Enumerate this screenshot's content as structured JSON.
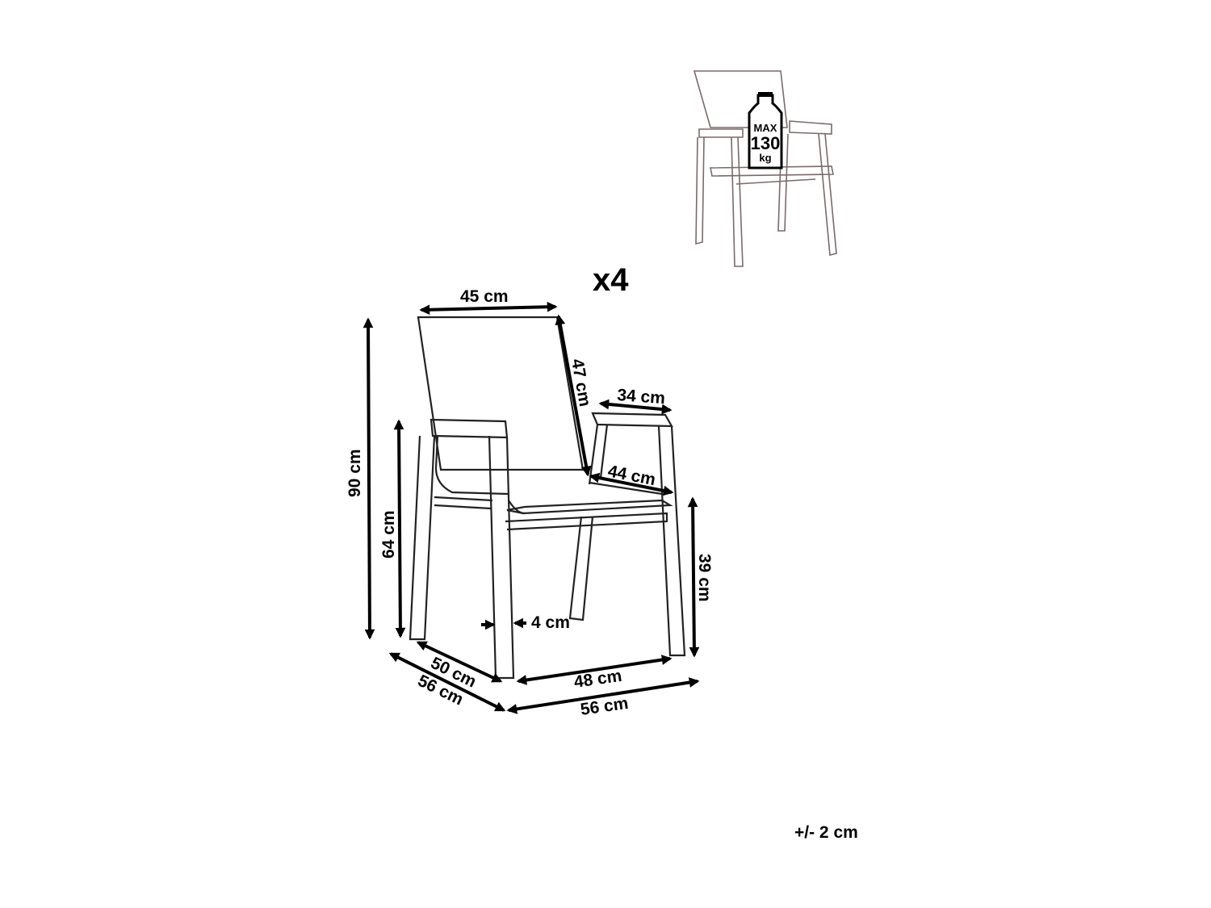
{
  "quantity": "x4",
  "max_load": {
    "line1": "MAX",
    "line2": "130",
    "line3": "kg"
  },
  "dimensions": {
    "backrest_width": "45 cm",
    "backrest_height": "47 cm",
    "armrest_length": "34 cm",
    "seat_depth": "44 cm",
    "total_height": "90 cm",
    "armrest_height": "64 cm",
    "seat_height": "39 cm",
    "leg_width": "4 cm",
    "inner_depth": "50 cm",
    "outer_depth": "56 cm",
    "inner_width": "48 cm",
    "outer_width": "56 cm"
  },
  "tolerance": "+/- 2 cm"
}
